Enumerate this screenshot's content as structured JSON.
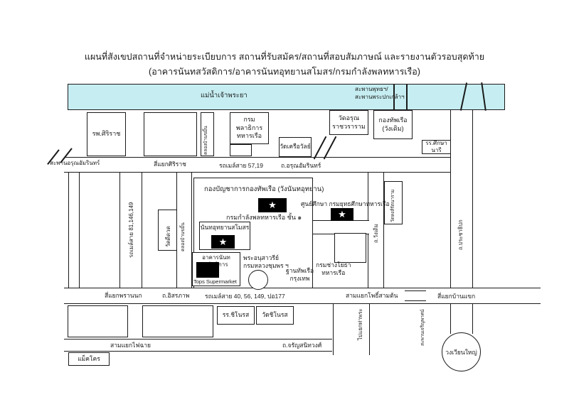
{
  "title": {
    "line1": "แผนที่สังเขปสถานที่จำหน่ายระเบียบการ สถานที่รับสมัคร/สถานที่สอบสัมภาษณ์ และรายงานตัวรอบสุดท้าย",
    "line2": "(อาคารนันทสวัสดิการ/อาคารนันทอุทยานสโมสร/กรมกำลังพลทหารเรือ)"
  },
  "colors": {
    "river": "#c6eef2",
    "line": "#1a1a1a",
    "marker_bg": "#000000",
    "marker_fg": "#ffffff"
  },
  "marker_star": "★",
  "river": {
    "name": "แม่น้ำเจ้าพระยา",
    "bridge_label_line1": "สะพานพุทธฯ/",
    "bridge_label_line2": "สะพานพระปกเกล้าฯ"
  },
  "places": {
    "siriraj_hospital": "รพ.ศิริราช",
    "khlong_ban_khamin": "คลองบ้านขมิ้น",
    "quartermaster_dept": "กรมพลาธิการ\nทหารเรือ",
    "wat_khruawan": "วัดเครือวัลย์",
    "wat_arun": "วัดอรุณ\nราชวราราม",
    "navy_hq_wang_derm": "กองทัพเรือ\n(วังเดิม)",
    "suksanari_school": "รร.ศึกษานารี",
    "navy_hq_nanta": "กองบัญชาการกองทัพเรือ (วังนันทอุทยาน)",
    "personnel_dept": "กรมกำลังพลทหารเรือ ชั้น ๑",
    "education_center": "ศูนย์ศึกษา กรมยุทธศึกษาทหารเรือ",
    "nanta_club": "นันทอุทยานสโมสร",
    "nanta_welfare_bldg": "อาคารนันทสวัสดิการ",
    "tops_supermarket": "Tops Supermarket",
    "memorial": "พระอนุสาวรีย์\nกรมหลวงชุมพร ฯ",
    "bangkok_naval_base": "ฐานทัพเรือ\nกรุงเทพ",
    "civil_eng_dept": "กรมช่างโยธา\nทหารเรือ",
    "wat_hong": "วัดหงส์รัตนาราม",
    "wat_di_duat": "วัดดีดวด",
    "chinorot_school": "รร.ชิโนรส",
    "wat_chinorot": "วัดชิโนรส",
    "makro": "แม็คโคร"
  },
  "roads": {
    "saphan_arun_amarin": "สะพานอรุณอัมรินทร์",
    "siriraj_intersection": "สี่แยกศิริราช",
    "bus_57_19": "รถเมล์สาย 57,19",
    "arun_amarin_rd": "ถ.อรุณอัมรินทร์",
    "bus_81_146_149": "รถเมล์สาย 81,146,149",
    "wang_derm_rd": "ถ.วังเดิม",
    "prachathipok_rd": "ถ.ประชาธิปก",
    "phran_nok_intersection": "สี่แยกพรานนก",
    "issaraphap_rd": "ถ.อิสรภาพ",
    "bus_40_56_149_po177": "รถเมล์สาย 40, 56, 149, ปอ177",
    "pho_sam_ton_junction": "สามแยกโพธิ์สามต้น",
    "ban_khaek_intersection": "สี่แยกบ้านแขก",
    "charoen_phat_bridge": "สะพานเจริญพาศน์",
    "charan_sanitwong_rd": "ถ.จรัญสนิทวงศ์",
    "fai_chai_junction": "สามแยกไฟฉาย",
    "to_tha_phra": "ไปแยกท่าพระ",
    "wongwian_yai": "วงเวียนใหญ่"
  }
}
